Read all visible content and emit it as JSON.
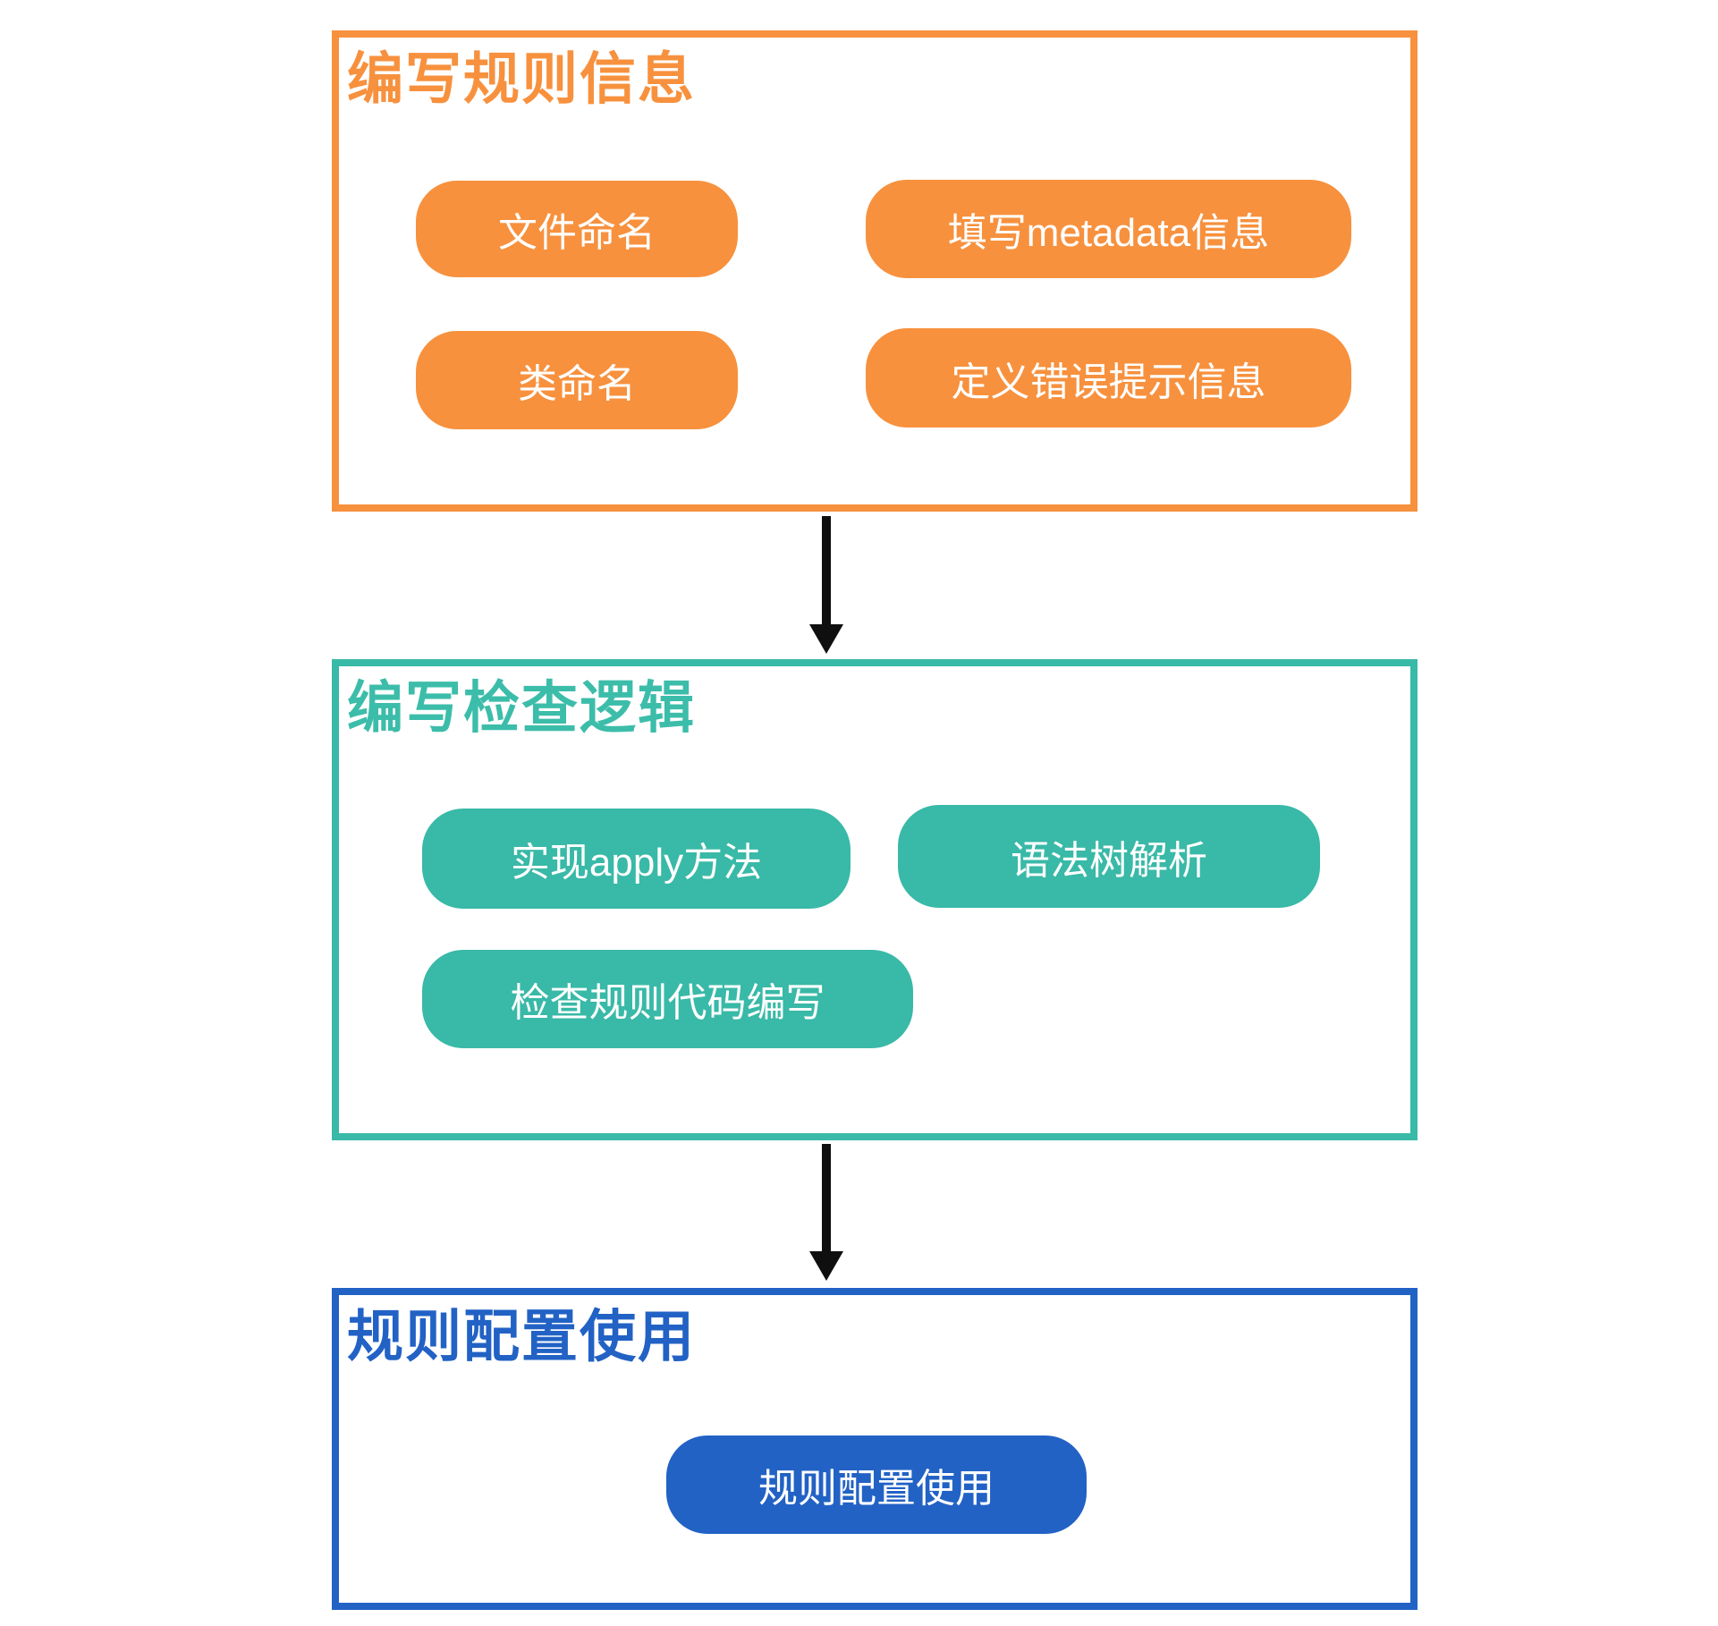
{
  "page": {
    "background": "#ffffff",
    "type": "flowchart"
  },
  "colors": {
    "section_write_rule_info": "#F7913E",
    "section_write_check_logic": "#39B9A7",
    "section_rule_config_usage": "#2262C5",
    "pill_text": "#ffffff",
    "arrow": "#0f0f0f"
  },
  "sections": [
    {
      "title": "编写规则信息",
      "color": "#F7913E",
      "pills": [
        {
          "label": "文件命名"
        },
        {
          "label": "填写metadata信息"
        },
        {
          "label": "类命名"
        },
        {
          "label": "定义错误提示信息"
        }
      ]
    },
    {
      "title": "编写检查逻辑",
      "color": "#39B9A7",
      "pills": [
        {
          "label": "实现apply方法"
        },
        {
          "label": "语法树解析"
        },
        {
          "label": "检查规则代码编写"
        }
      ]
    },
    {
      "title": "规则配置使用",
      "color": "#2262C5",
      "pills": [
        {
          "label": "规则配置使用"
        }
      ]
    }
  ],
  "connectors": [
    {
      "from": "编写规则信息",
      "to": "编写检查逻辑",
      "shape": "down-arrow",
      "color": "#0f0f0f"
    },
    {
      "from": "编写检查逻辑",
      "to": "规则配置使用",
      "shape": "down-arrow",
      "color": "#0f0f0f"
    }
  ]
}
